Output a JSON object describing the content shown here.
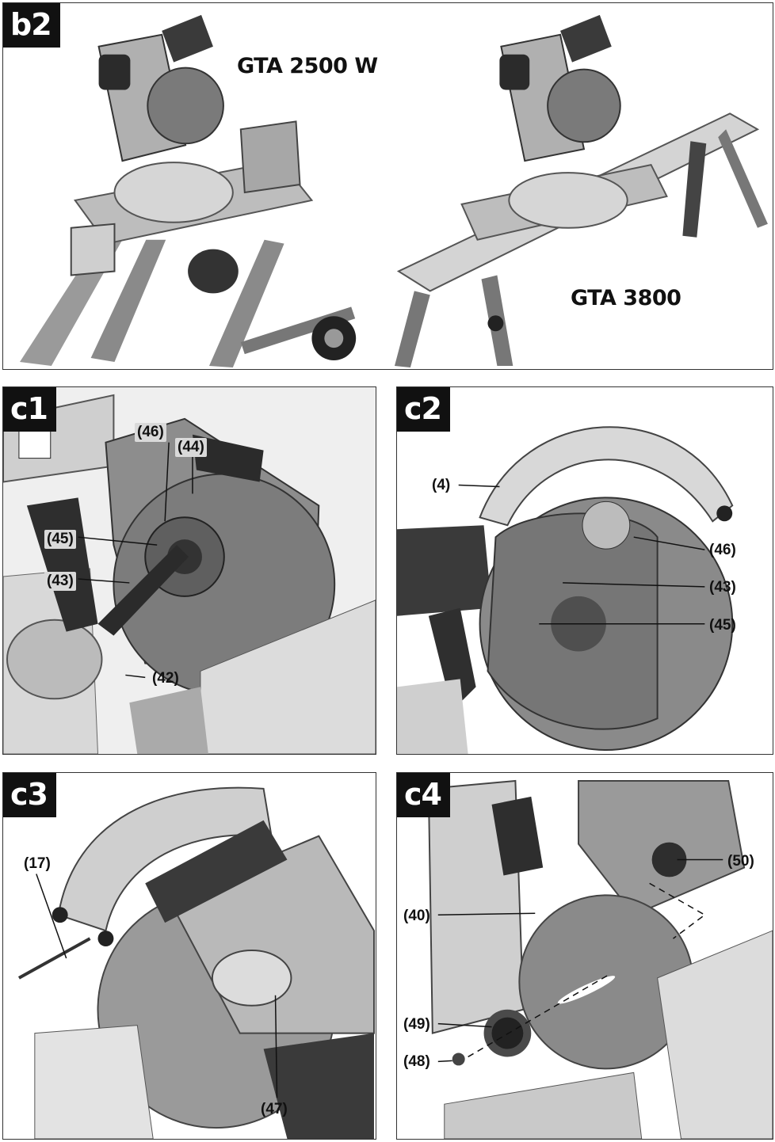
{
  "panels": {
    "b2": {
      "tag": "b2",
      "models": {
        "left": "GTA 2500 W",
        "right": "GTA 3800"
      }
    },
    "c1": {
      "tag": "c1",
      "labels": {
        "l46": "(46)",
        "l44": "(44)",
        "l45": "(45)",
        "l43": "(43)",
        "l42": "(42)"
      }
    },
    "c2": {
      "tag": "c2",
      "labels": {
        "l4": "(4)",
        "l46": "(46)",
        "l43": "(43)",
        "l45": "(45)"
      }
    },
    "c3": {
      "tag": "c3",
      "labels": {
        "l17": "(17)",
        "l47": "(47)"
      }
    },
    "c4": {
      "tag": "c4",
      "labels": {
        "l50": "(50)",
        "l40": "(40)",
        "l49": "(49)",
        "l48": "(48)"
      }
    }
  },
  "colors": {
    "blade": "#8f8f8f",
    "guard": "#6f6f6f",
    "metal": "#c8c8c8",
    "dark": "#2b2b2b",
    "light": "#e6e6e6"
  }
}
